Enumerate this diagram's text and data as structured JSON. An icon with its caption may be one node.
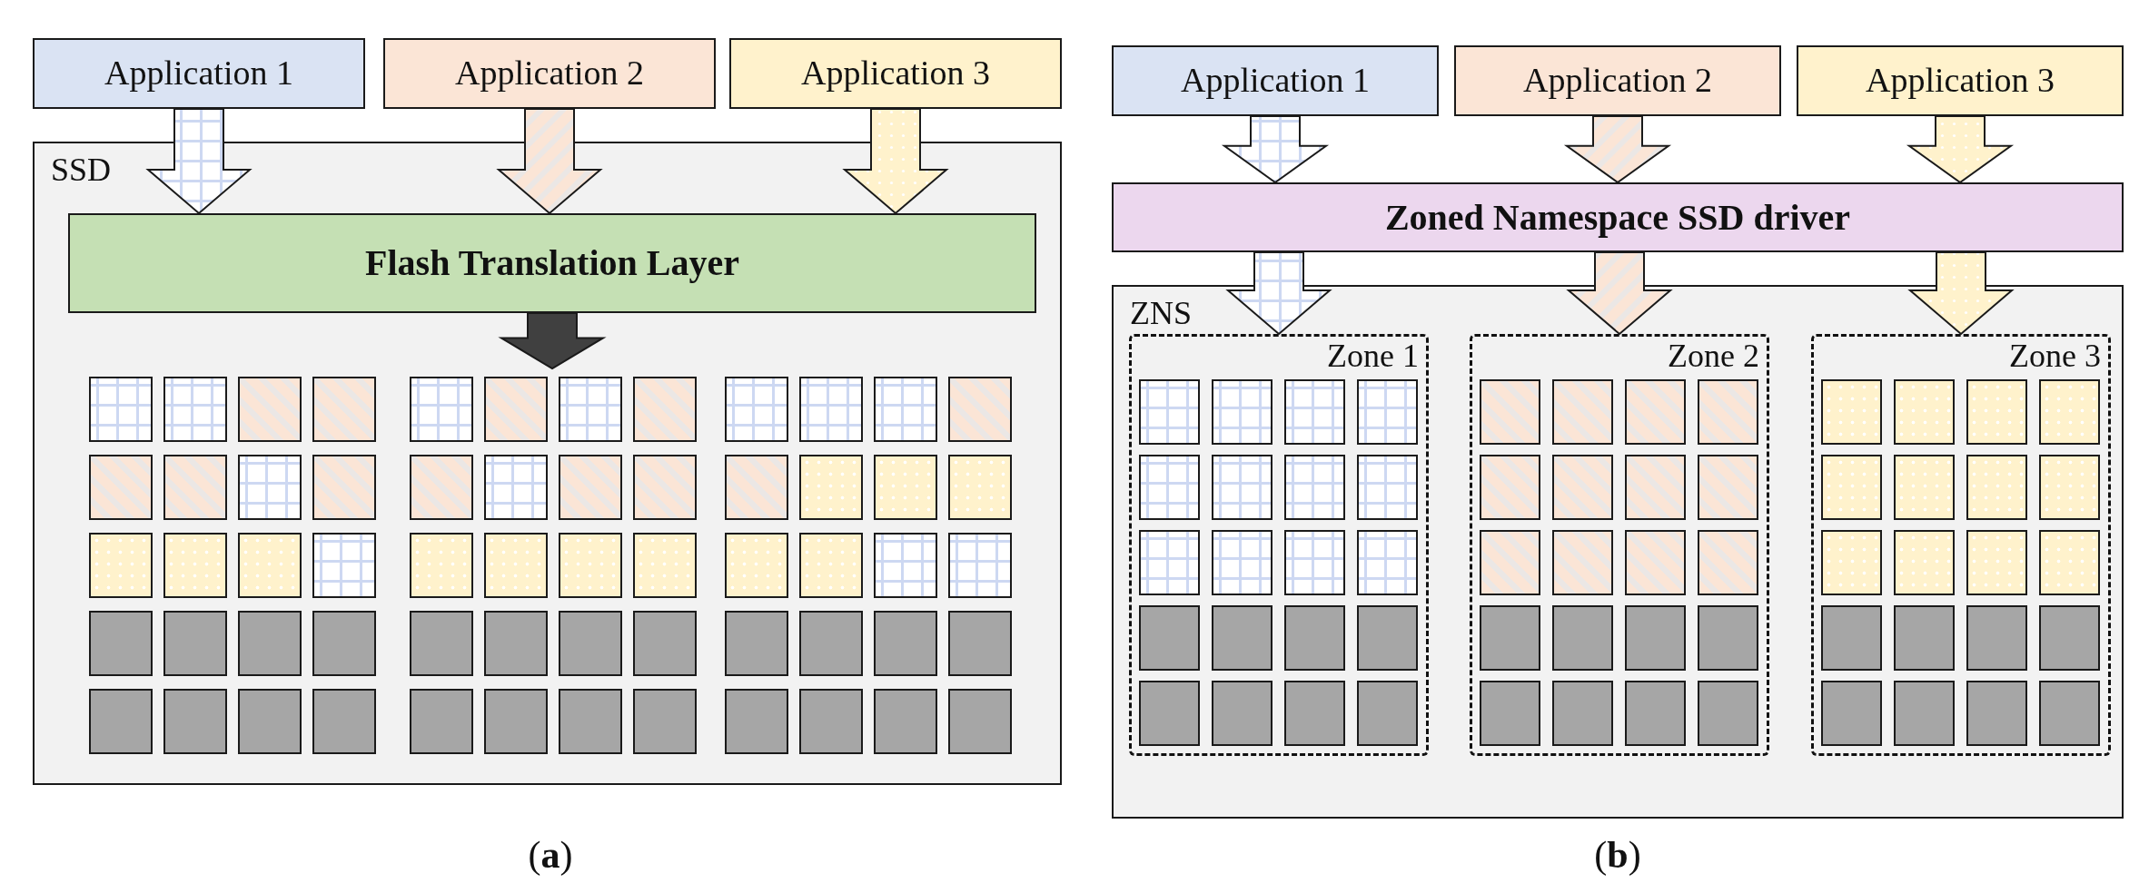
{
  "diagram": {
    "nodes": [
      {
        "text": [
          "Application 1"
        ]
      },
      {
        "text": [
          "Application 2"
        ]
      },
      {
        "text": [
          "Application 3"
        ]
      },
      {
        "text": [
          "SSD"
        ]
      },
      {
        "text": [
          "Flash Translation Layer"
        ],
        "in": 3
      },
      {
        "text": [
          "Application 1"
        ]
      },
      {
        "text": [
          "Application 2"
        ]
      },
      {
        "text": [
          "Application 3"
        ]
      },
      {
        "text": [
          "Zoned Namespace SSD driver"
        ]
      },
      {
        "text": [
          "ZNS"
        ]
      },
      {
        "text": [
          "Zone 1"
        ],
        "in": 9
      },
      {
        "text": [
          "Zone 2"
        ],
        "in": 9
      },
      {
        "text": [
          "Zone 3"
        ],
        "in": 9
      }
    ],
    "edges": [
      {
        "from": 0,
        "to": 4,
        "arrow": "to"
      },
      {
        "from": 1,
        "to": 4,
        "arrow": "to"
      },
      {
        "from": 2,
        "to": 4,
        "arrow": "to"
      },
      {
        "from": 4,
        "to": null,
        "arrow": "to",
        "color": "#404040"
      },
      {
        "from": 5,
        "to": 8,
        "arrow": "to"
      },
      {
        "from": 6,
        "to": 8,
        "arrow": "to"
      },
      {
        "from": 7,
        "to": 8,
        "arrow": "to"
      },
      {
        "from": 8,
        "to": 10,
        "arrow": "to"
      },
      {
        "from": 8,
        "to": 11,
        "arrow": "to"
      },
      {
        "from": 8,
        "to": 12,
        "arrow": "to"
      }
    ],
    "labels": [
      "(**a**)",
      "(**b**)"
    ]
  }
}
